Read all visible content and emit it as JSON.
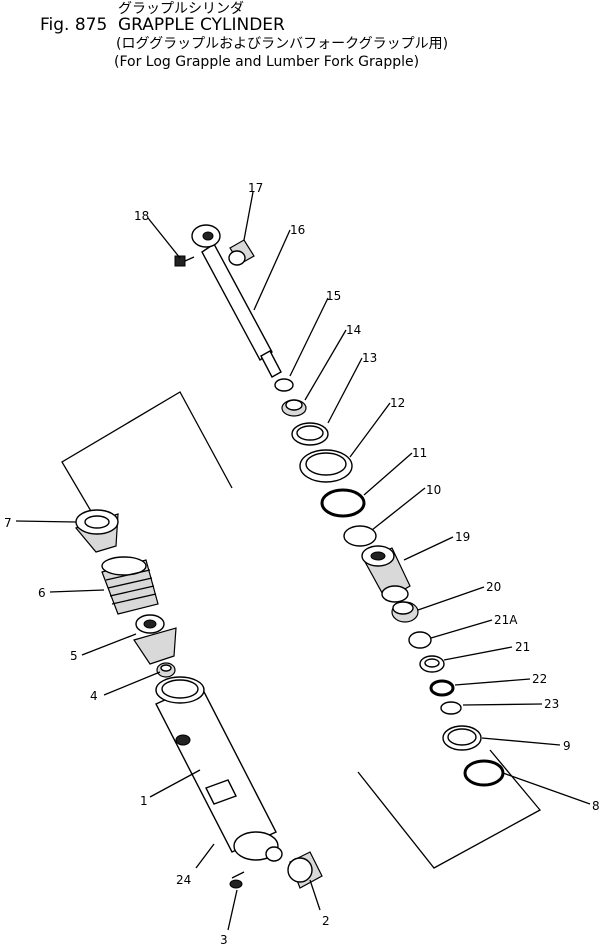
{
  "header": {
    "katakana_title": "グラップルシリンダ",
    "fig_label": "Fig. 875",
    "title": "GRAPPLE CYLINDER",
    "subtitle_jp": "(ロググラップルおよびランバフォークグラップル用)",
    "subtitle_en": "(For Log Grapple and Lumber Fork Grapple)"
  },
  "callouts": [
    "1",
    "2",
    "3",
    "4",
    "5",
    "6",
    "7",
    "8",
    "9",
    "10",
    "11",
    "12",
    "13",
    "14",
    "15",
    "16",
    "17",
    "18",
    "19",
    "20",
    "21A",
    "21",
    "22",
    "23",
    "24"
  ]
}
